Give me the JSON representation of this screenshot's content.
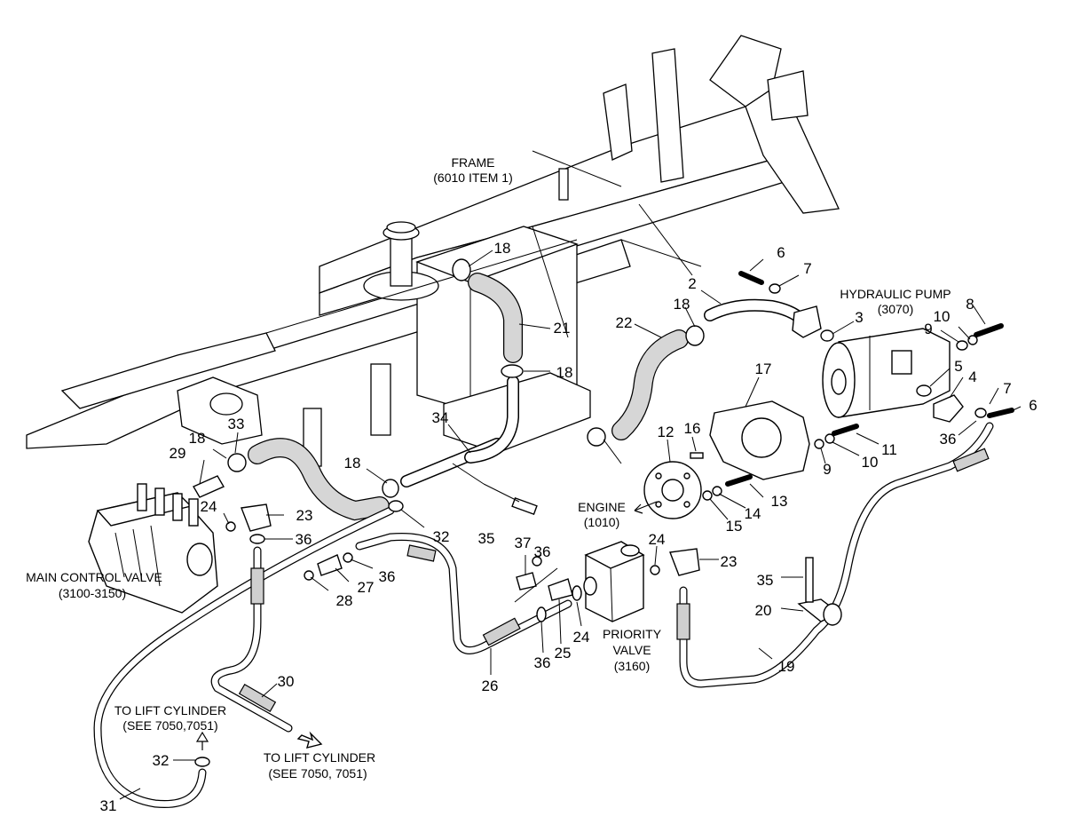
{
  "captions": {
    "frame_line1": "FRAME",
    "frame_line2": "(6010 ITEM 1)",
    "pump_line1": "HYDRAULIC PUMP",
    "pump_line2": "(3070)",
    "engine_line1": "ENGINE",
    "engine_line2": "(1010)",
    "mcv_line1": "MAIN CONTROL VALVE",
    "mcv_line2": "(3100-3150)",
    "priority_line1": "PRIORITY",
    "priority_line2": "VALVE",
    "priority_line3": "(3160)",
    "lift1_line1": "TO LIFT CYLINDER",
    "lift1_line2": "(SEE 7050,7051)",
    "lift2_line1": "TO LIFT CYLINDER",
    "lift2_line2": "(SEE 7050, 7051)"
  },
  "callouts": [
    "18",
    "21",
    "18",
    "6",
    "7",
    "2",
    "8",
    "3",
    "18",
    "22",
    "10",
    "9",
    "5",
    "4",
    "7",
    "6",
    "17",
    "36",
    "11",
    "10",
    "9",
    "16",
    "12",
    "13",
    "14",
    "15",
    "34",
    "33",
    "18",
    "29",
    "18",
    "24",
    "23",
    "32",
    "35",
    "36",
    "28",
    "27",
    "36",
    "37",
    "36",
    "24",
    "23",
    "35",
    "20",
    "36",
    "25",
    "24",
    "26",
    "19",
    "30",
    "32",
    "31"
  ]
}
